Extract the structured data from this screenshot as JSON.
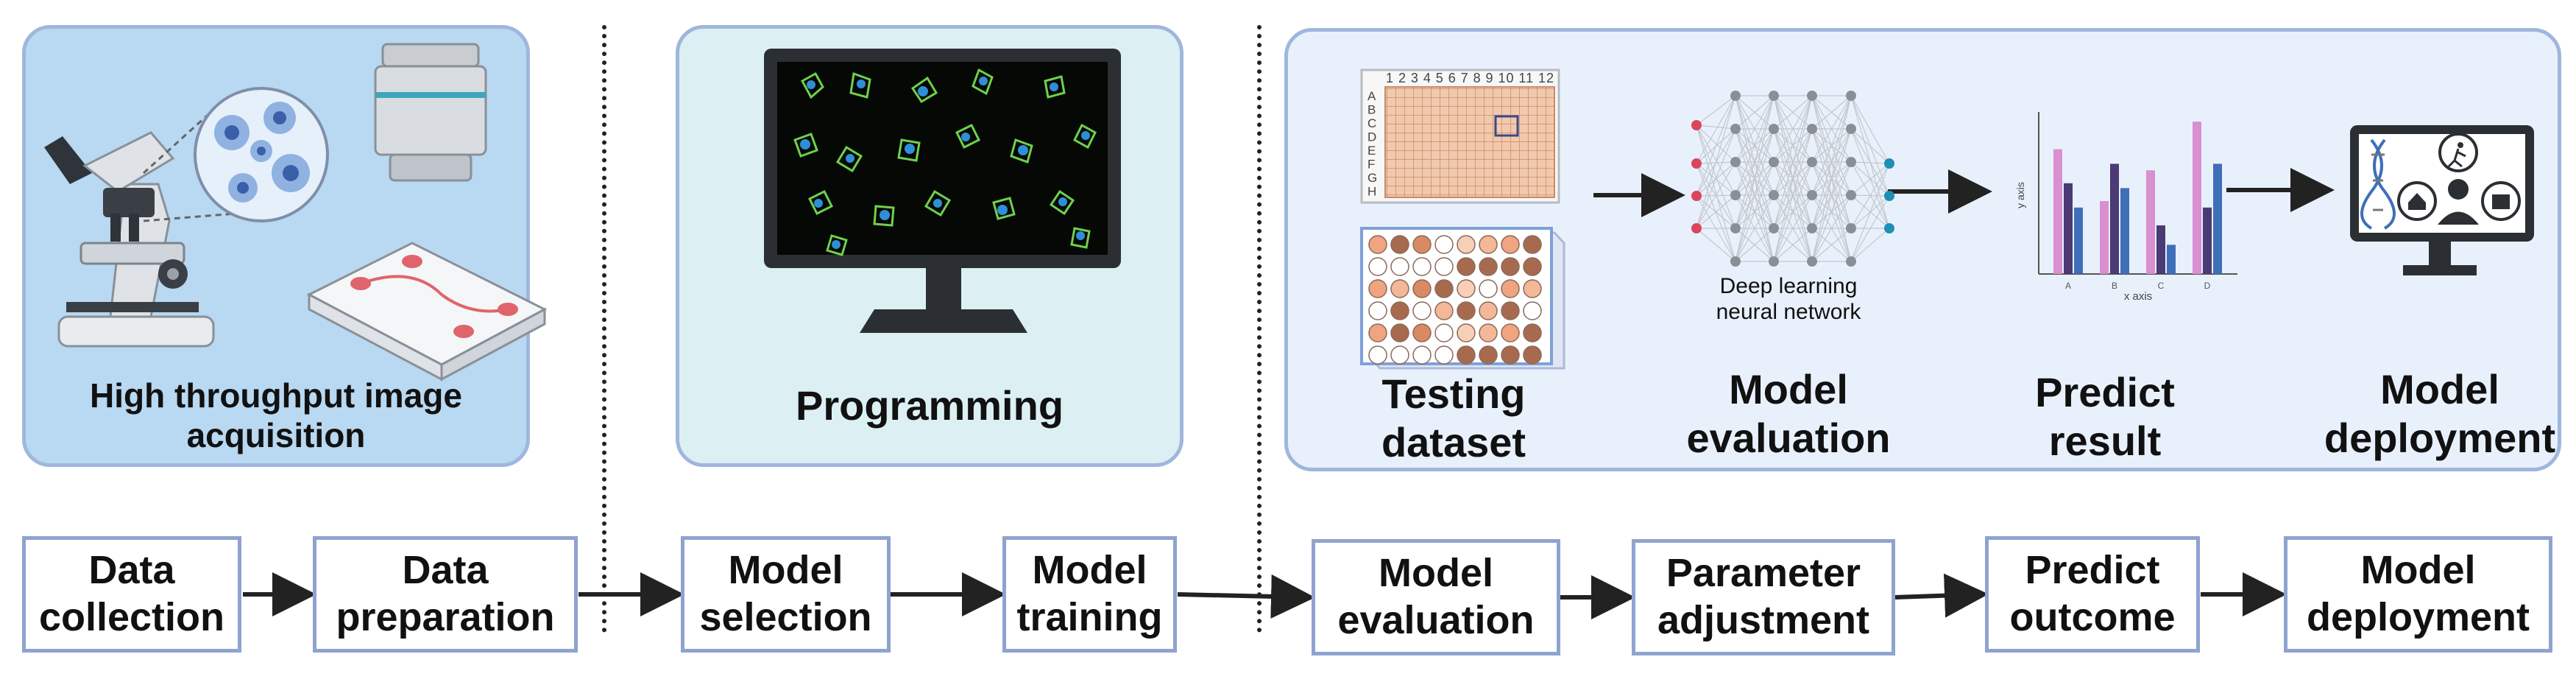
{
  "panels": {
    "acquisition": {
      "label": "High throughput image acquisition"
    },
    "programming": {
      "label": "Programming"
    },
    "evaluation": {
      "testing_label": "Testing\ndataset",
      "model_eval_label": "Model\nevaluation",
      "predict_label": "Predict\nresult",
      "deploy_label": "Model\ndeployment",
      "nn_caption": "Deep learning\nneural network",
      "plate_columns": "1 2 3 4 5 6 7 8 9 10 11 12",
      "plate_rows": [
        "A",
        "B",
        "C",
        "D",
        "E",
        "F",
        "G",
        "H"
      ],
      "mini_chart": {
        "ylabel": "y axis",
        "xlabel": "x axis",
        "categories": [
          "A",
          "B",
          "C",
          "D"
        ]
      }
    }
  },
  "pipeline": [
    {
      "id": "data-collection",
      "label": "Data\ncollection"
    },
    {
      "id": "data-preparation",
      "label": "Data\npreparation"
    },
    {
      "id": "model-selection",
      "label": "Model\nselection"
    },
    {
      "id": "model-training",
      "label": "Model\ntraining"
    },
    {
      "id": "model-evaluation",
      "label": "Model\nevaluation"
    },
    {
      "id": "parameter-adjustment",
      "label": "Parameter\nadjustment"
    },
    {
      "id": "predict-outcome",
      "label": "Predict\noutcome"
    },
    {
      "id": "model-deployment",
      "label": "Model\ndeployment"
    }
  ],
  "colors": {
    "panel_blue": "#b9d8f1",
    "panel_teal": "#dcf0f3",
    "panel_light": "#e8f1fb",
    "box_border": "#8ea3cf",
    "bar_pink": "#d98fd0",
    "bar_purple": "#4b3a74",
    "bar_blue": "#3f6fb8"
  }
}
